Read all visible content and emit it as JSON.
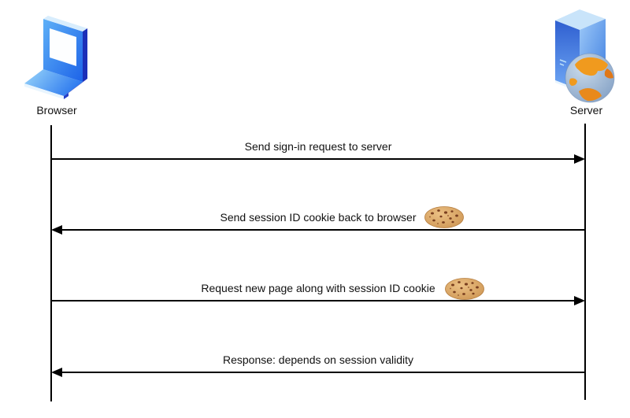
{
  "diagram": {
    "type": "sequence-diagram",
    "actors": [
      {
        "name": "Browser",
        "icon": "laptop-icon"
      },
      {
        "name": "Server",
        "icon": "server-globe-icon"
      }
    ],
    "messages": [
      {
        "label": "Send sign-in request to server",
        "from": "Browser",
        "to": "Server",
        "direction": "right",
        "has_cookie": false
      },
      {
        "label": "Send session ID cookie back to browser",
        "from": "Server",
        "to": "Browser",
        "direction": "left",
        "has_cookie": true
      },
      {
        "label": "Request new page along with session ID cookie",
        "from": "Browser",
        "to": "Server",
        "direction": "right",
        "has_cookie": true
      },
      {
        "label": "Response: depends on session validity",
        "from": "Server",
        "to": "Browser",
        "direction": "left",
        "has_cookie": false
      }
    ],
    "colors": {
      "line": "#000000",
      "text": "#111111",
      "laptop_blue": "#2E7CEF",
      "laptop_dark_edge": "#1C2FB8",
      "laptop_base_light": "#9BD7FA",
      "server_face_blue": "#3E7EE0",
      "server_top_light": "#C9E4FA",
      "globe_ocean": "#8FA9C9",
      "globe_land": "#F09A1E",
      "cookie_base": "#D9A35F",
      "cookie_chip": "#7A3F1F"
    }
  }
}
